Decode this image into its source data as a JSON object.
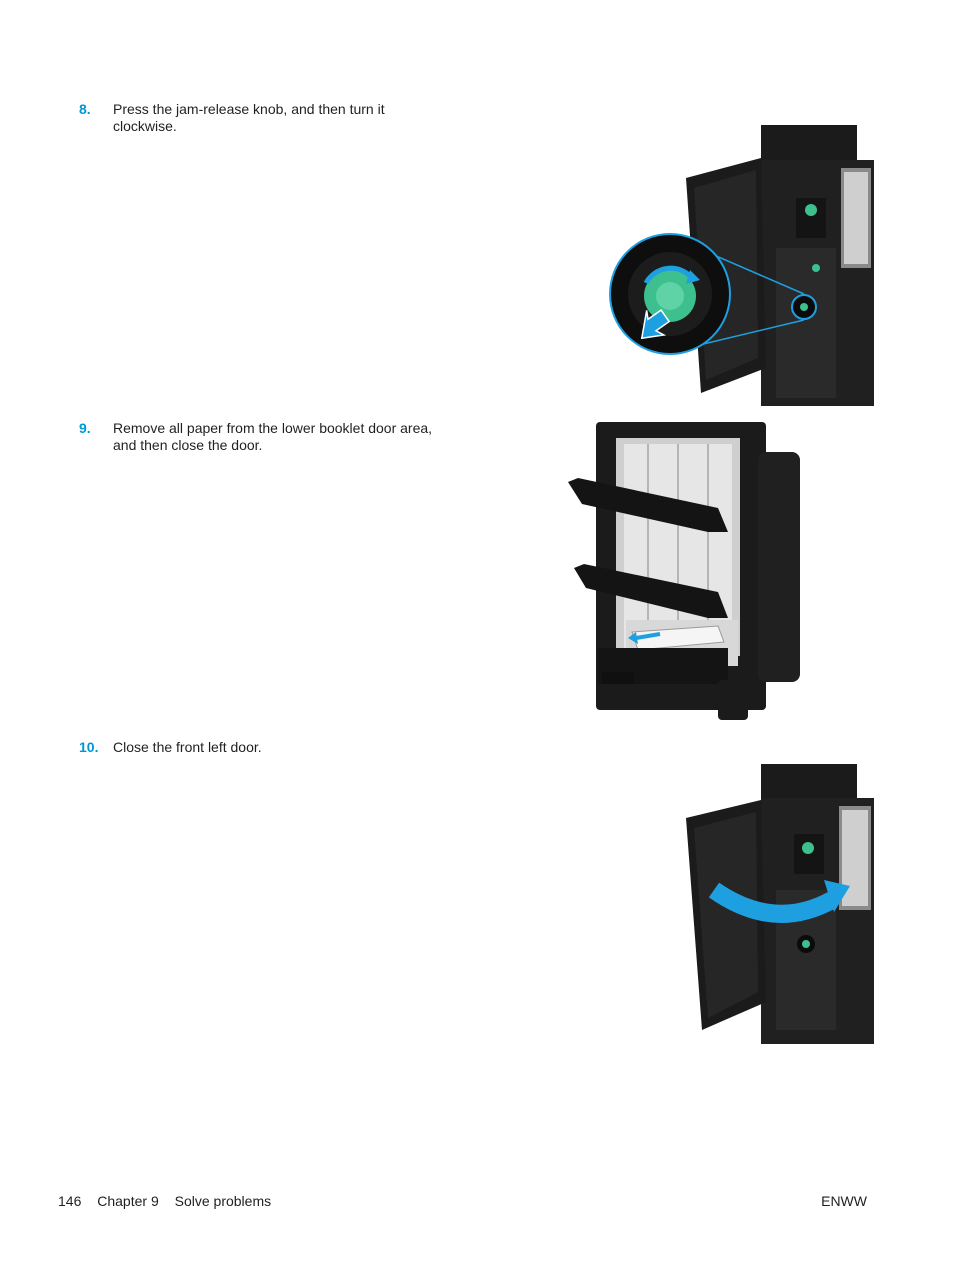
{
  "steps": [
    {
      "number": "8.",
      "text": "Press the jam-release knob, and then turn it clockwise.",
      "illustration": "finisher-jam-release-knob-illustration"
    },
    {
      "number": "9.",
      "text": "Remove all paper from the lower booklet door area, and then close the door.",
      "illustration": "booklet-maker-lower-door-illustration"
    },
    {
      "number": "10.",
      "text": "Close the front left door.",
      "illustration": "finisher-close-front-door-illustration"
    }
  ],
  "footer": {
    "page_number": "146",
    "chapter": "Chapter 9",
    "section": "Solve problems",
    "right_label": "ENWW"
  },
  "colors": {
    "step_number": "#0096d6",
    "device_body": "#1b1b1b",
    "knob_green": "#3dbf8e",
    "arrow_blue": "#1ea0e0"
  }
}
